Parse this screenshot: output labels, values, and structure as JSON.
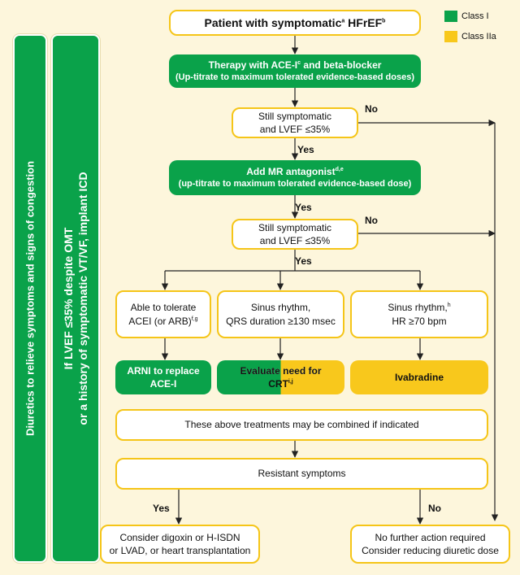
{
  "legend": {
    "class_1": {
      "label": "Class I",
      "color": "#0aa24a"
    },
    "class_2a": {
      "label": "Class IIa",
      "color": "#f8c81c"
    }
  },
  "side_bars": {
    "diuretics": "Diuretics to relieve symptoms and signs of congestion",
    "icd_line1": "If LVEF ≤35% despite OMT",
    "icd_line2": "or a history of symptomatic VT/VF, implant ICD"
  },
  "start": {
    "text": "Patient with symptomatic",
    "sup_a": "a",
    "text2": " HFrEF",
    "sup_b": "b"
  },
  "therapy1": {
    "title": "Therapy with ACE-I",
    "sup": "c",
    "title2": " and beta-blocker",
    "sub": "(Up-titrate to maximum tolerated evidence-based doses)"
  },
  "check1": {
    "line1": "Still symptomatic",
    "line2": "and LVEF ≤35%"
  },
  "mra": {
    "title": "Add MR antagonist",
    "sup": "d,e",
    "sub": "(up-titrate to maximum tolerated evidence-based dose)"
  },
  "check2": {
    "line1": "Still symptomatic",
    "line2": "and LVEF ≤35%"
  },
  "labels": {
    "no1": "No",
    "yes1": "Yes",
    "no2": "No",
    "yes2": "Yes",
    "yes3": "Yes",
    "no3": "No"
  },
  "branch1": {
    "line1": "Able to tolerate",
    "line2": "ACEI (or ARB)",
    "sup": "f,g"
  },
  "branch2": {
    "line1": "Sinus rhythm,",
    "line2": "QRS duration ≥130 msec"
  },
  "branch3": {
    "line1": "Sinus rhythm,",
    "sup": "h",
    "line2": "HR ≥70 bpm"
  },
  "arni": {
    "line1": "ARNI to replace",
    "line2": "ACE-I"
  },
  "crt": {
    "line1": "Evaluate need for",
    "line2": "CRT",
    "sup": "i,j"
  },
  "ivab": {
    "text": "Ivabradine"
  },
  "combined": {
    "text": "These above treatments may be combined if indicated"
  },
  "resistant": {
    "text": "Resistant symptoms"
  },
  "final_left": {
    "line1": "Consider digoxin or H-ISDN",
    "line2": "or LVAD, or heart transplantation"
  },
  "final_right": {
    "line1": "No further action required",
    "line2": "Consider reducing diuretic dose"
  }
}
